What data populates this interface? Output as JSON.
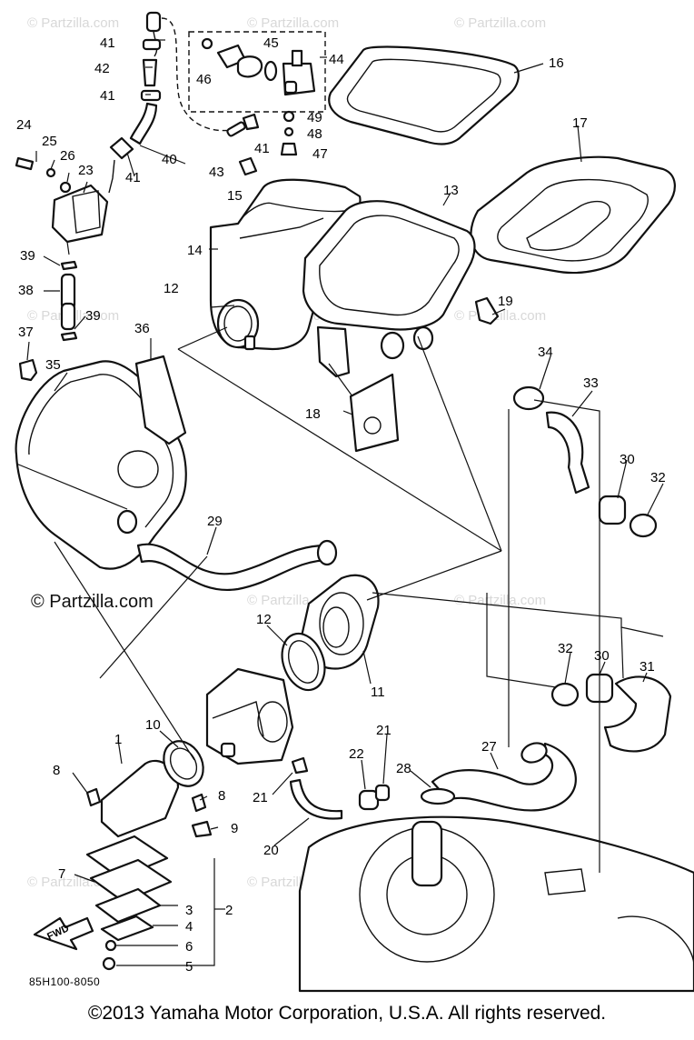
{
  "watermark": "© Partzilla.com",
  "diagram_code": "85H100-8050",
  "copyright": "©2013  Yamaha Motor Corporation, U.S.A. All rights reserved.",
  "fwd_label": "FWD",
  "callouts": {
    "c1": "1",
    "c2": "2",
    "c3": "3",
    "c4": "4",
    "c5": "5",
    "c6": "6",
    "c7": "7",
    "c8a": "8",
    "c8b": "8",
    "c9": "9",
    "c10": "10",
    "c11": "11",
    "c12a": "12",
    "c12b": "12",
    "c13": "13",
    "c14": "14",
    "c15": "15",
    "c16": "16",
    "c17": "17",
    "c18": "18",
    "c19": "19",
    "c20": "20",
    "c21a": "21",
    "c21b": "21",
    "c22": "22",
    "c23": "23",
    "c24": "24",
    "c25": "25",
    "c26": "26",
    "c27": "27",
    "c28": "28",
    "c29": "29",
    "c30a": "30",
    "c30b": "30",
    "c31": "31",
    "c32a": "32",
    "c32b": "32",
    "c33": "33",
    "c34": "34",
    "c35": "35",
    "c36": "36",
    "c37": "37",
    "c38": "38",
    "c39a": "39",
    "c39b": "39",
    "c40": "40",
    "c41a": "41",
    "c41b": "41",
    "c41c": "41",
    "c41d": "41",
    "c42": "42",
    "c43": "43",
    "c44": "44",
    "c45": "45",
    "c46": "46",
    "c47": "47",
    "c48": "48",
    "c49": "49"
  }
}
